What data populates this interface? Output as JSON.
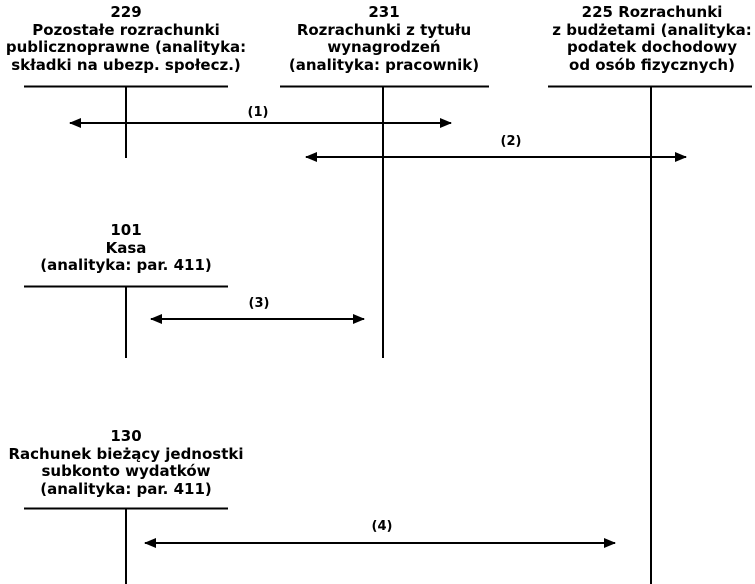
{
  "accounts": {
    "a229": {
      "number": "229",
      "lines": [
        "Pozostałe rozrachunki",
        "publicznoprawne (analityka:",
        "składki na ubezp. społecz.)"
      ]
    },
    "a231": {
      "number": "231",
      "lines": [
        "Rozrachunki z tytułu",
        "wynagrodzeń",
        "(analityka: pracownik)"
      ]
    },
    "a225": {
      "number": "",
      "lines": [
        "225 Rozrachunki",
        "z budżetami (analityka:",
        "podatek dochodowy",
        "od osób fizycznych)"
      ]
    },
    "a101": {
      "number": "101",
      "lines": [
        "Kasa",
        "(analityka: par. 411)"
      ]
    },
    "a130": {
      "number": "130",
      "lines": [
        "Rachunek bieżący jednostki",
        "subkonto wydatków",
        "(analityka: par. 411)"
      ]
    }
  },
  "transactions": {
    "t1": "(1)",
    "t2": "(2)",
    "t3": "(3)",
    "t4": "(4)"
  }
}
